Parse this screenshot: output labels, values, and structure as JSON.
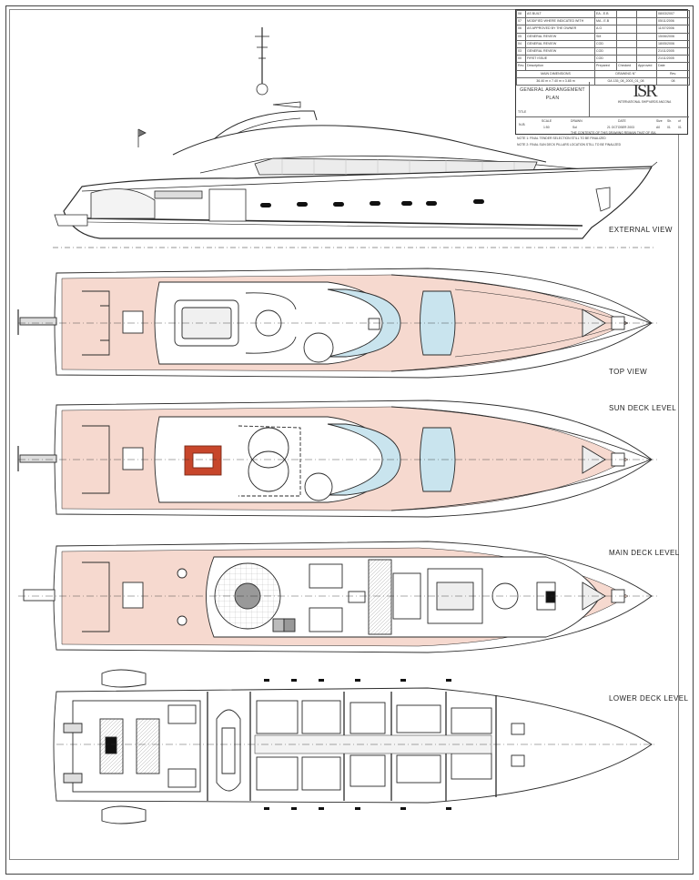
{
  "views": {
    "external": "EXTERNAL VIEW",
    "top": "TOP VIEW",
    "sun_deck": "SUN DECK LEVEL",
    "main_deck": "MAIN DECK LEVEL",
    "lower_deck": "LOWER DECK LEVEL"
  },
  "title_block": {
    "revisions": [
      {
        "rev": "08",
        "desc": "AS BUILT",
        "prep": "EA - E.B",
        "date": "08/03/2007"
      },
      {
        "rev": "07",
        "desc": "MODIFIED WHERE INDICATED WITH",
        "prep": "MA - E.B",
        "date": "05/11/2006"
      },
      {
        "rev": "06",
        "desc": "AS APPROVED BY THE OWNER",
        "prep": "A.G",
        "date": "11/07/2006"
      },
      {
        "rev": "05",
        "desc": "GENERAL REVIEW",
        "prep": "SM",
        "date": "15/06/2006"
      },
      {
        "rev": "04",
        "desc": "GENERAL REVIEW",
        "prep": "COD",
        "date": "18/05/2006"
      },
      {
        "rev": "03",
        "desc": "GENERAL REVIEW",
        "prep": "COD",
        "date": "21/11/2005"
      },
      {
        "rev": "00",
        "desc": "FIRST ISSUE",
        "prep": "COD",
        "date": "21/11/2005"
      }
    ],
    "rev_header": {
      "rev": "Rev.",
      "desc": "Description",
      "prep": "Prepared",
      "checked": "Checked",
      "approved": "Approved",
      "date": "Date"
    },
    "dims_label": "MAIN DIMENSIONS",
    "drawing_label": "DRAWING N°",
    "dims_value": "36.40 m x 7.40 m x 3.85 m",
    "drawing_value": "GA 135_08_2003_01_08",
    "rev_value": "08",
    "title_line1": "GENERAL ARRANGEMENT",
    "title_line2": "PLAN",
    "title_label": "TITLE",
    "logo_mark": "ISR",
    "company": "INTERNATIONAL SHIPYARDS ANCONA",
    "nb_label": "N.B",
    "scale_label": "SCALE",
    "scale_value": "1:50",
    "drawn_label": "DRAWN",
    "drawn_value": "Sol",
    "date_label": "DATE",
    "date_value": "21 OCTOBER 2003",
    "sheet_cols": [
      "Size",
      "Sh.",
      "of"
    ],
    "sheet_vals": [
      "A0",
      "01",
      "01"
    ],
    "contents_note": "THE CONTENTS OF THIS DRAWING REMAIN THAT OF ISA.",
    "note1": "NOTE 1: FINAL TENDER SELECTION STILL TO BE FINALIZED",
    "note2": "NOTE 2: FINAL SUN DECK PILLARS LOCATION STILL TO BE FINALIZED"
  },
  "colors": {
    "deck_pink": "#f6d9cf",
    "glass_blue": "#c9e4ee",
    "accent_red": "#c7462b",
    "line": "#2a2a2a"
  }
}
